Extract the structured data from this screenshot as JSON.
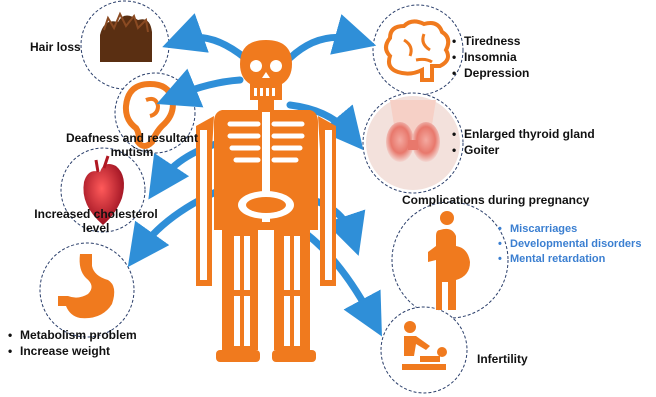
{
  "colors": {
    "figure": "#f07a1e",
    "arrow": "#2f8fd8",
    "circle_border": "#2b3f6b",
    "hair": "#5a2f12",
    "heart": "#c8202c",
    "thyroid": "#e8786c",
    "blue_text": "#3b7fd1"
  },
  "hair_loss": {
    "label": "Hair loss"
  },
  "brain": {
    "items": [
      "Tiredness",
      "Insomnia",
      "Depression"
    ]
  },
  "ear": {
    "label": "Deafness and resultant mutism"
  },
  "thyroid": {
    "items": [
      "Enlarged thyroid gland",
      "Goiter"
    ]
  },
  "heart": {
    "label": "Increased cholesterol level"
  },
  "pregnancy": {
    "label": "Complications during pregnancy",
    "items": [
      "Miscarriages",
      "Developmental disorders",
      "Mental retardation"
    ]
  },
  "stomach": {
    "items": [
      "Metabolism problem",
      "Increase weight"
    ]
  },
  "infertility": {
    "label": "Infertility"
  }
}
